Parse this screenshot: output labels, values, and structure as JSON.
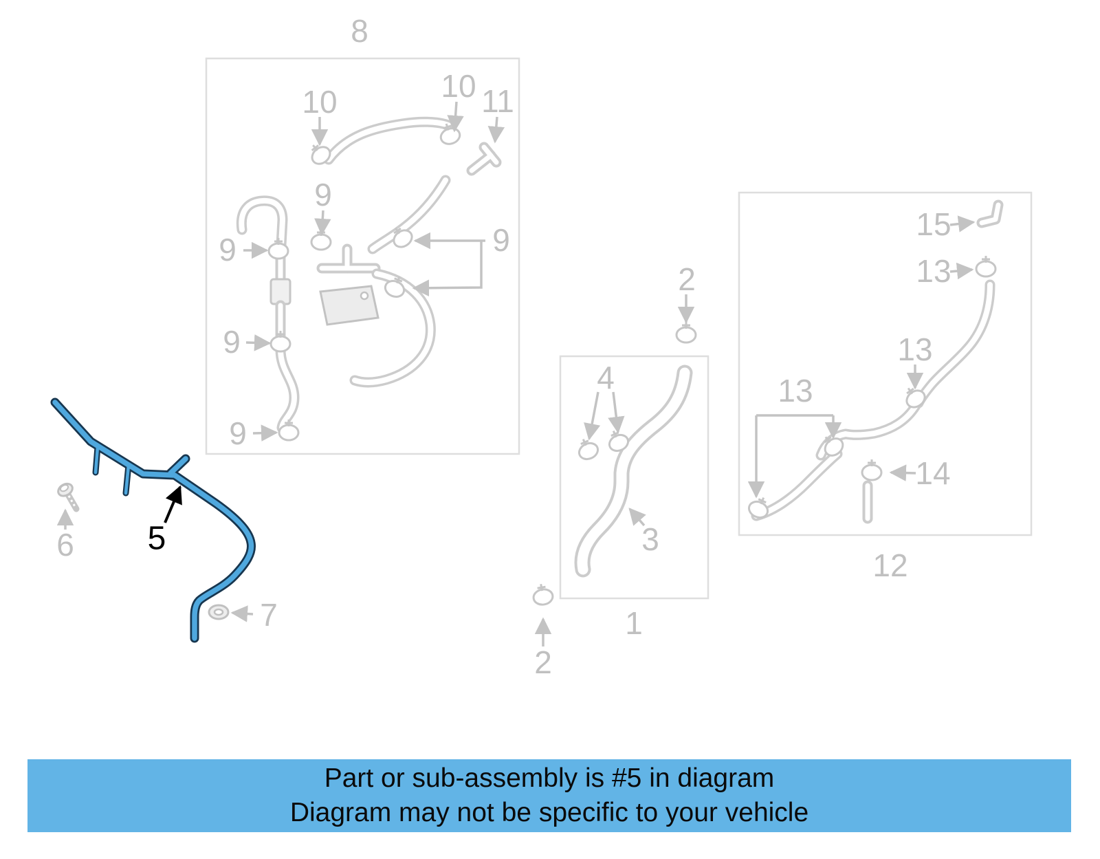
{
  "diagram": {
    "highlighted_part_number": "5",
    "highlight_color": "#4FA8DE",
    "line_color": "#C6C6C6",
    "callouts": [
      {
        "label": "8"
      },
      {
        "label": "10"
      },
      {
        "label": "10"
      },
      {
        "label": "11"
      },
      {
        "label": "9"
      },
      {
        "label": "9"
      },
      {
        "label": "9"
      },
      {
        "label": "9"
      },
      {
        "label": "9"
      },
      {
        "label": "6"
      },
      {
        "label": "5"
      },
      {
        "label": "7"
      },
      {
        "label": "2"
      },
      {
        "label": "4"
      },
      {
        "label": "3"
      },
      {
        "label": "1"
      },
      {
        "label": "2"
      },
      {
        "label": "15"
      },
      {
        "label": "13"
      },
      {
        "label": "13"
      },
      {
        "label": "13"
      },
      {
        "label": "14"
      },
      {
        "label": "12"
      }
    ]
  },
  "banner": {
    "background": "#62B4E6",
    "line1": "Part or sub-assembly is #5 in diagram",
    "line2": "Diagram may not be specific to your vehicle"
  }
}
